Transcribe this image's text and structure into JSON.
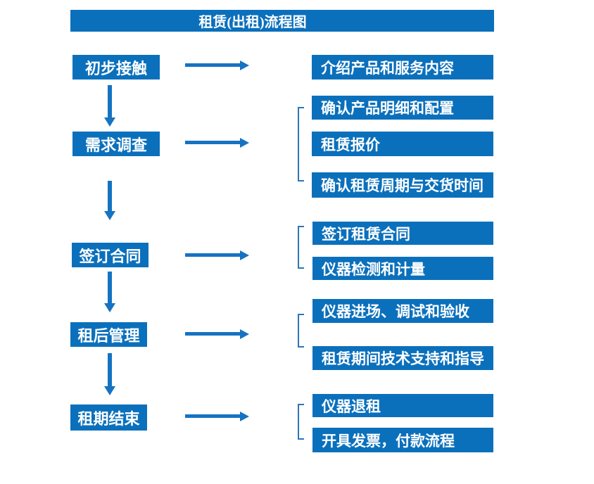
{
  "title": "租赁(出租)流程图",
  "steps": [
    {
      "label": "初步接触",
      "outputs": [
        "介绍产品和服务内容"
      ]
    },
    {
      "label": "需求调查",
      "outputs": [
        "确认产品明细和配置",
        "租赁报价",
        "确认租赁周期与交货时间"
      ]
    },
    {
      "label": "签订合同",
      "outputs": [
        "签订租赁合同",
        "仪器检测和计量"
      ]
    },
    {
      "label": "租后管理",
      "outputs": [
        "仪器进场、调试和验收",
        "租赁期间技术支持和指导"
      ]
    },
    {
      "label": "租期结束",
      "outputs": [
        "仪器退租",
        "开具发票，付款流程"
      ]
    }
  ],
  "colors": {
    "box": "#0b70bc",
    "arrow": "#1573c2",
    "bracket": "#2e75b6",
    "text": "#ffffff",
    "background": "#ffffff"
  }
}
